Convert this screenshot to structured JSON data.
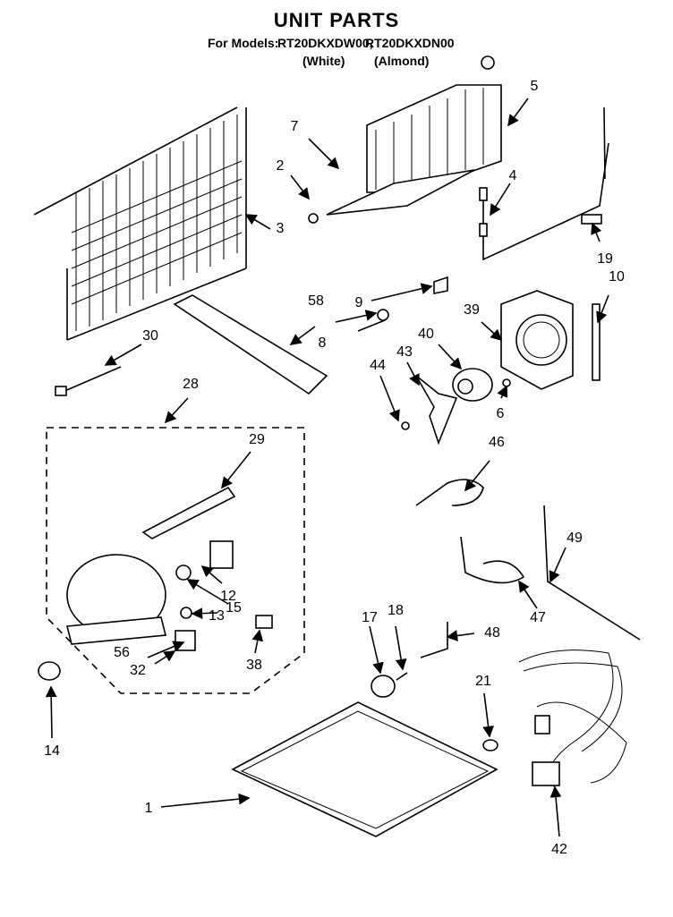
{
  "header": {
    "title": "UNIT PARTS",
    "models_prefix": "For Models:",
    "model_1": "RT20DKXDW00,",
    "model_2": "RT20DKXDN00",
    "variant_1": "(White)",
    "variant_2": "(Almond)"
  },
  "callouts": [
    {
      "id": "c1",
      "label": "1"
    },
    {
      "id": "c2",
      "label": "2"
    },
    {
      "id": "c3",
      "label": "3"
    },
    {
      "id": "c4",
      "label": "4"
    },
    {
      "id": "c5",
      "label": "5"
    },
    {
      "id": "c6",
      "label": "6"
    },
    {
      "id": "c7",
      "label": "7"
    },
    {
      "id": "c8",
      "label": "8"
    },
    {
      "id": "c9",
      "label": "9"
    },
    {
      "id": "c10",
      "label": "10"
    },
    {
      "id": "c12",
      "label": "12"
    },
    {
      "id": "c13",
      "label": "13"
    },
    {
      "id": "c14",
      "label": "14"
    },
    {
      "id": "c15",
      "label": "15"
    },
    {
      "id": "c17",
      "label": "17"
    },
    {
      "id": "c18",
      "label": "18"
    },
    {
      "id": "c19",
      "label": "19"
    },
    {
      "id": "c21",
      "label": "21"
    },
    {
      "id": "c28",
      "label": "28"
    },
    {
      "id": "c29",
      "label": "29"
    },
    {
      "id": "c30",
      "label": "30"
    },
    {
      "id": "c32",
      "label": "32"
    },
    {
      "id": "c38",
      "label": "38"
    },
    {
      "id": "c39",
      "label": "39"
    },
    {
      "id": "c40",
      "label": "40"
    },
    {
      "id": "c42",
      "label": "42"
    },
    {
      "id": "c43",
      "label": "43"
    },
    {
      "id": "c44",
      "label": "44"
    },
    {
      "id": "c46",
      "label": "46"
    },
    {
      "id": "c47",
      "label": "47"
    },
    {
      "id": "c48",
      "label": "48"
    },
    {
      "id": "c49",
      "label": "49"
    },
    {
      "id": "c56",
      "label": "56"
    },
    {
      "id": "c58",
      "label": "58"
    }
  ]
}
